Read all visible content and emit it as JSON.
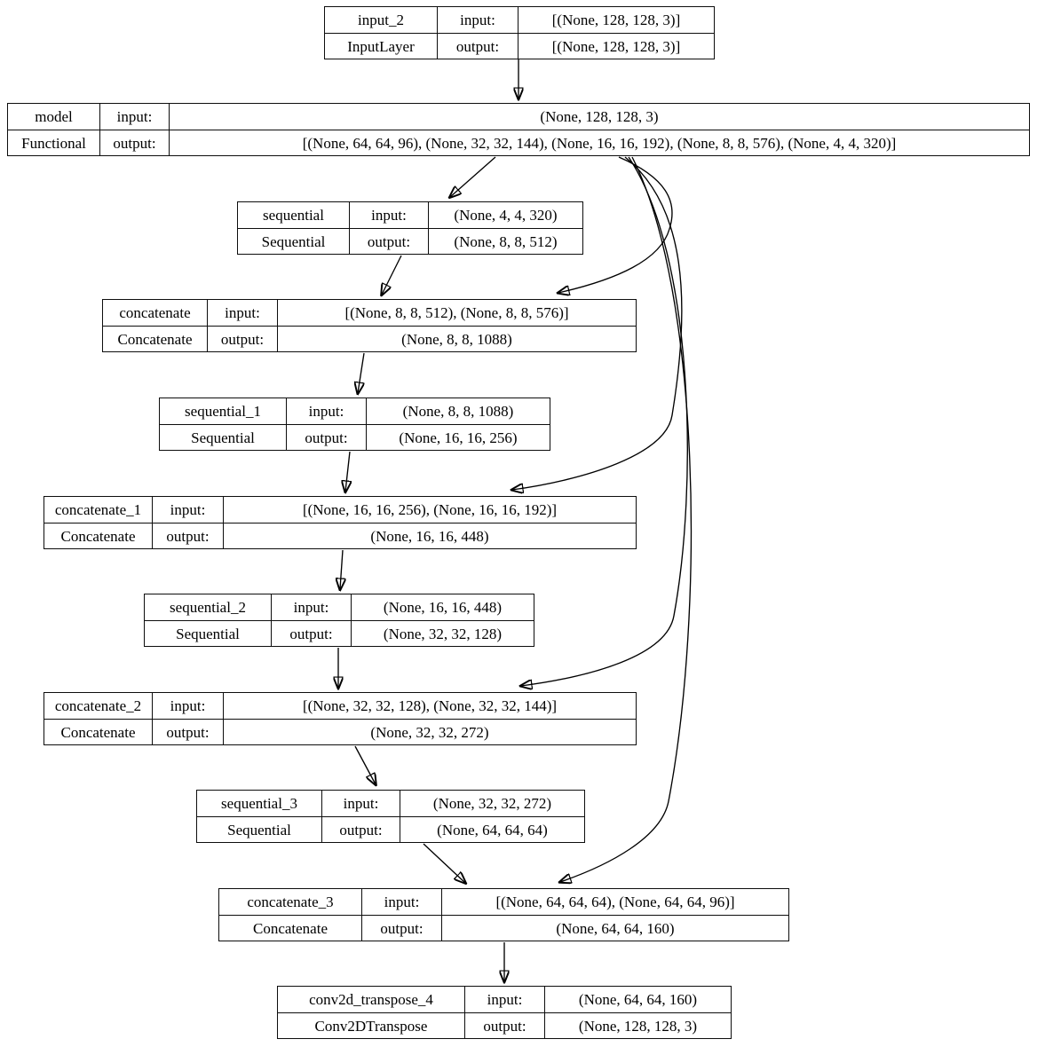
{
  "diagram_title": "Keras functional model architecture graph",
  "labels": {
    "input": "input:",
    "output": "output:"
  },
  "edge_color": "#000000",
  "node_border_color": "#0d0d0d",
  "node_background_color": "#ffffff",
  "nodes": [
    {
      "id": "input_2",
      "name": "input_2",
      "class_name": "InputLayer",
      "input": "[(None, 128, 128, 3)]",
      "output": "[(None, 128, 128, 3)]"
    },
    {
      "id": "model",
      "name": "model",
      "class_name": "Functional",
      "input": "(None, 128, 128, 3)",
      "output": "[(None, 64, 64, 96), (None, 32, 32, 144), (None, 16, 16, 192), (None, 8, 8, 576), (None, 4, 4, 320)]"
    },
    {
      "id": "sequential",
      "name": "sequential",
      "class_name": "Sequential",
      "input": "(None, 4, 4, 320)",
      "output": "(None, 8, 8, 512)"
    },
    {
      "id": "concatenate",
      "name": "concatenate",
      "class_name": "Concatenate",
      "input": "[(None, 8, 8, 512), (None, 8, 8, 576)]",
      "output": "(None, 8, 8, 1088)"
    },
    {
      "id": "sequential_1",
      "name": "sequential_1",
      "class_name": "Sequential",
      "input": "(None, 8, 8, 1088)",
      "output": "(None, 16, 16, 256)"
    },
    {
      "id": "concatenate_1",
      "name": "concatenate_1",
      "class_name": "Concatenate",
      "input": "[(None, 16, 16, 256), (None, 16, 16, 192)]",
      "output": "(None, 16, 16, 448)"
    },
    {
      "id": "sequential_2",
      "name": "sequential_2",
      "class_name": "Sequential",
      "input": "(None, 16, 16, 448)",
      "output": "(None, 32, 32, 128)"
    },
    {
      "id": "concatenate_2",
      "name": "concatenate_2",
      "class_name": "Concatenate",
      "input": "[(None, 32, 32, 128), (None, 32, 32, 144)]",
      "output": "(None, 32, 32, 272)"
    },
    {
      "id": "sequential_3",
      "name": "sequential_3",
      "class_name": "Sequential",
      "input": "(None, 32, 32, 272)",
      "output": "(None, 64, 64, 64)"
    },
    {
      "id": "concatenate_3",
      "name": "concatenate_3",
      "class_name": "Concatenate",
      "input": "[(None, 64, 64, 64), (None, 64, 64, 96)]",
      "output": "(None, 64, 64, 160)"
    },
    {
      "id": "conv2d_transpose_4",
      "name": "conv2d_transpose_4",
      "class_name": "Conv2DTranspose",
      "input": "(None, 64, 64, 160)",
      "output": "(None, 128, 128, 3)"
    }
  ],
  "edges": [
    {
      "from": "input_2",
      "to": "model"
    },
    {
      "from": "model",
      "to": "sequential"
    },
    {
      "from": "model",
      "to": "concatenate"
    },
    {
      "from": "model",
      "to": "concatenate_1"
    },
    {
      "from": "model",
      "to": "concatenate_2"
    },
    {
      "from": "model",
      "to": "concatenate_3"
    },
    {
      "from": "sequential",
      "to": "concatenate"
    },
    {
      "from": "concatenate",
      "to": "sequential_1"
    },
    {
      "from": "sequential_1",
      "to": "concatenate_1"
    },
    {
      "from": "concatenate_1",
      "to": "sequential_2"
    },
    {
      "from": "sequential_2",
      "to": "concatenate_2"
    },
    {
      "from": "concatenate_2",
      "to": "sequential_3"
    },
    {
      "from": "sequential_3",
      "to": "concatenate_3"
    },
    {
      "from": "concatenate_3",
      "to": "conv2d_transpose_4"
    }
  ]
}
